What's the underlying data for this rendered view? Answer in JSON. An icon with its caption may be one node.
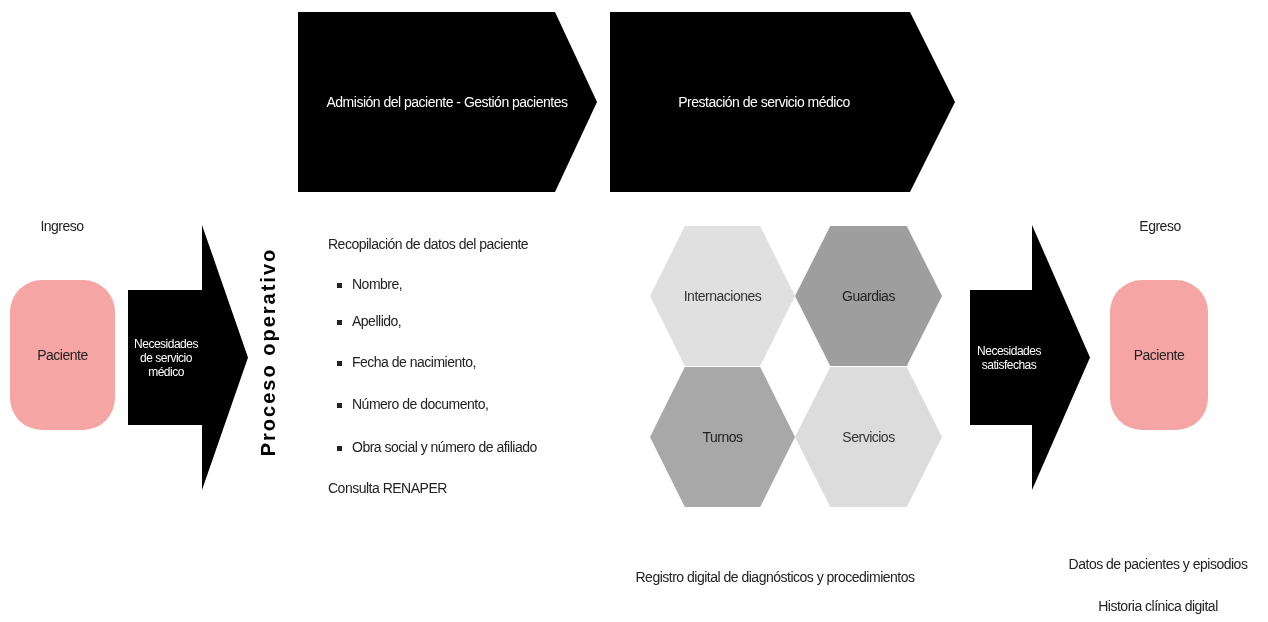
{
  "diagram": {
    "nodes": [
      {
        "text": [
          "Paciente"
        ],
        "beside": [
          "Ingreso"
        ]
      },
      {
        "text": [
          "Necesidades de servicio médico"
        ]
      },
      {
        "text": [
          "Admisión del paciente - Gestión pacientes"
        ]
      },
      {
        "text": [
          "Prestación de servicio médico"
        ]
      },
      {
        "text": [
          "Internaciones"
        ]
      },
      {
        "text": [
          "Guardias"
        ]
      },
      {
        "text": [
          "Turnos"
        ]
      },
      {
        "text": [
          "Servicios"
        ]
      },
      {
        "text": [
          "Necesidades satisfechas"
        ]
      },
      {
        "text": [
          "Paciente"
        ],
        "beside": [
          "Egreso"
        ]
      }
    ],
    "labels": [
      "Proceso operativo",
      "Recopilación de datos del paciente",
      "Nombre,",
      "Apellido,",
      "Fecha de nacimiento,",
      "Número de documento,",
      "Obra social y número de afiliado",
      "Consulta RENAPER",
      "Registro digital de diagnósticos y procedimientos",
      "Datos de pacientes y episodios",
      "Historia clínica digital"
    ]
  }
}
